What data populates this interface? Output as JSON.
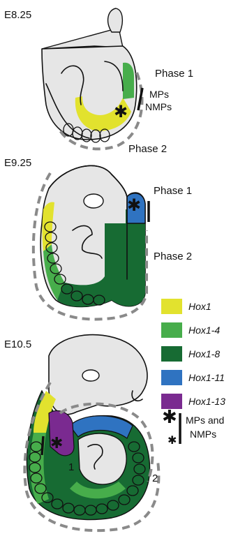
{
  "stages": [
    "E8.25",
    "E9.25",
    "E10.5"
  ],
  "phases": {
    "e825_phase1": "Phase 1",
    "e825_phase2": "Phase 2",
    "e925_phase1": "Phase 1",
    "e925_phase2": "Phase 2",
    "e105_phase1": "1",
    "e105_phase2": "2"
  },
  "e825_mp_label": [
    "MPs",
    "NMPs"
  ],
  "legend": [
    {
      "label": "Hox1",
      "color": "#e2e22e"
    },
    {
      "label": "Hox1-4",
      "color": "#47ad4b"
    },
    {
      "label": "Hox1-8",
      "color": "#176b33"
    },
    {
      "label": "Hox1-11",
      "color": "#2f73c1"
    },
    {
      "label": "Hox1-13",
      "color": "#7a2a90"
    }
  ],
  "legend_mp": [
    "MPs and",
    "NMPs"
  ],
  "colors": {
    "body": "#e6e6e6",
    "dashed_outline": "#8a8a8a",
    "outline": "#111111"
  },
  "icons": [
    "asterisk-icon"
  ]
}
